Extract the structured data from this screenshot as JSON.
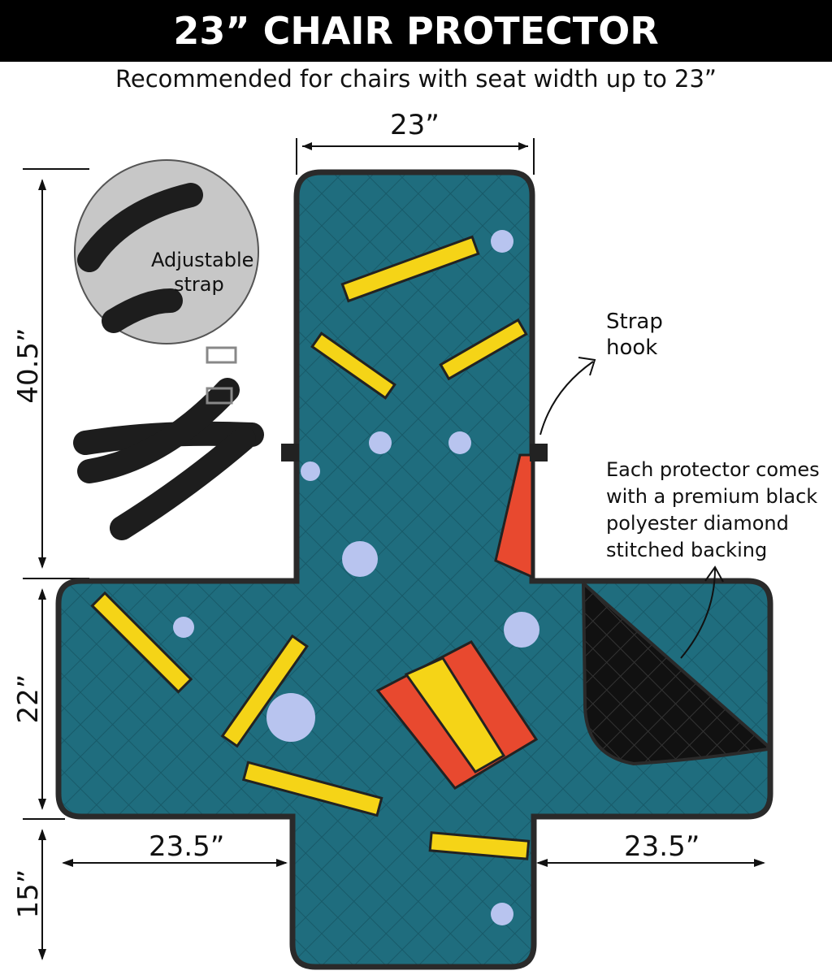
{
  "header": {
    "title": "23” CHAIR PROTECTOR"
  },
  "subtitle": "Recommended for chairs with seat width up to 23”",
  "dimensions": {
    "top_width": "23”",
    "back_height": "40.5”",
    "seat_depth": "22”",
    "arm_left": "23.5”",
    "arm_right": "23.5”",
    "front_drop": "15”"
  },
  "callouts": {
    "adjustable_strap": [
      "Adjustable",
      "strap"
    ],
    "strap_hook": [
      "Strap",
      "hook"
    ],
    "backing": [
      "Each protector comes",
      "with a premium black",
      "polyester diamond",
      "stitched backing"
    ]
  },
  "colors": {
    "fabric": "#1f6d7e",
    "fries": "#f5d417",
    "box": "#e8492f",
    "backing": "#111111"
  }
}
